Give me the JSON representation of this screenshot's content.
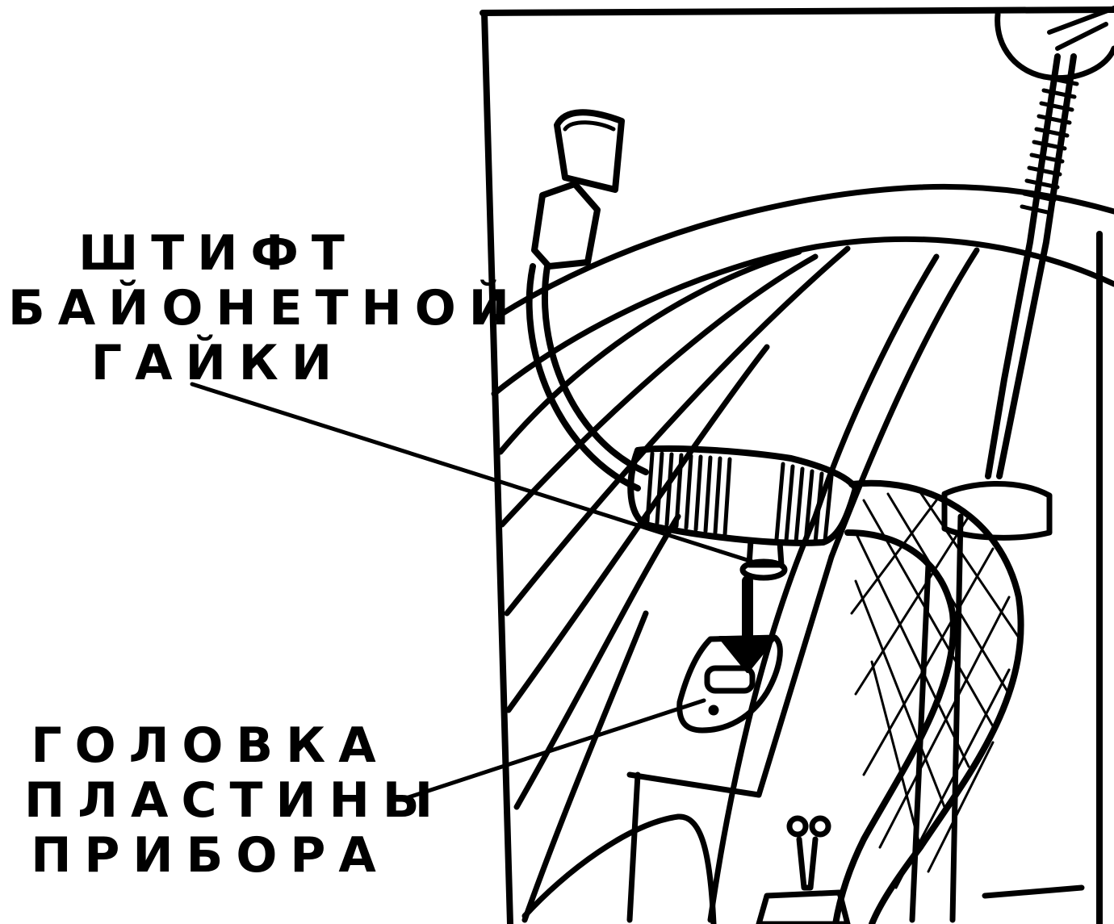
{
  "labels": {
    "bayonet_pin": [
      "ШТИФТ",
      "БАЙОНЕТНОЙ",
      "ГАЙКИ"
    ],
    "plate_head": [
      "ГОЛОВКА",
      "ПЛАСТИНЫ",
      "ПРИБОРА"
    ]
  },
  "colors": {
    "ink": "#000000",
    "paper": "#ffffff"
  }
}
